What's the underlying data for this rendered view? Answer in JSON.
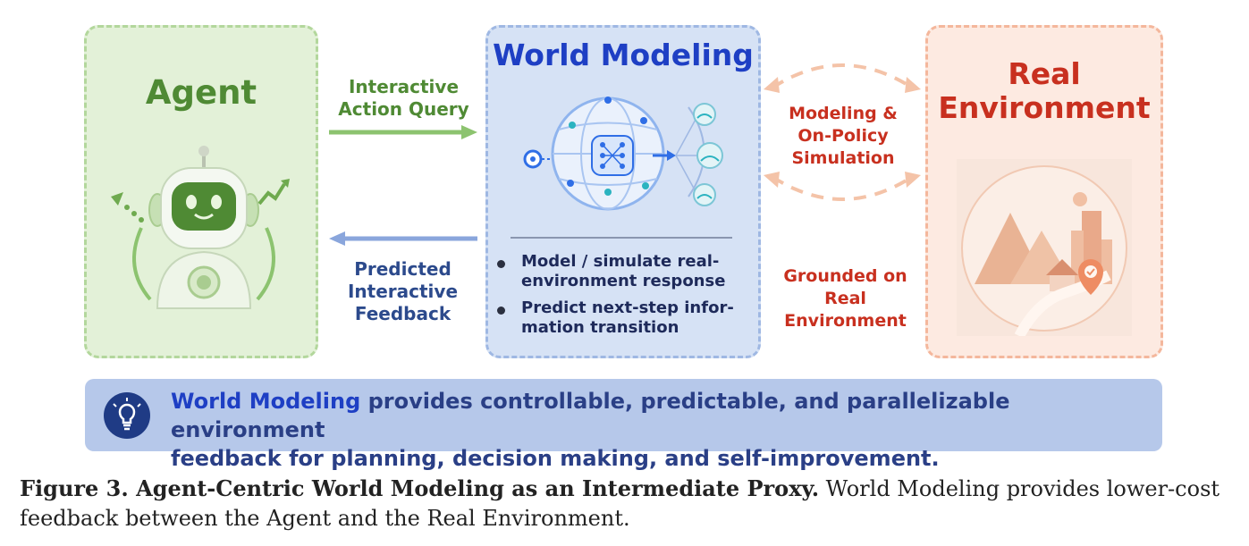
{
  "agent": {
    "title": "Agent"
  },
  "world_modeling": {
    "title": "World Modeling",
    "bullets": [
      "Model / simulate real-environment response",
      "Predict next-step information transition"
    ],
    "bullet_lines": [
      [
        "Model / simulate real-",
        "environment response"
      ],
      [
        "Predict next-step infor-",
        "mation transition"
      ]
    ]
  },
  "real_environment": {
    "title_line1": "Real",
    "title_line2": "Environment"
  },
  "arrows": {
    "query_line1": "Interactive",
    "query_line2": "Action Query",
    "feedback_line1": "Predicted",
    "feedback_line2": "Interactive",
    "feedback_line3": "Feedback",
    "sim_line1": "Modeling &",
    "sim_line2": "On-Policy",
    "sim_line3": "Simulation",
    "grounded_line1": "Grounded on",
    "grounded_line2": "Real",
    "grounded_line3": "Environment"
  },
  "banner": {
    "strong": "World Modeling",
    "line1_rest": " provides controllable, predictable, and parallelizable environment",
    "line2": "feedback for planning, decision making, and self-improvement."
  },
  "caption": {
    "head": "Figure 3. Agent-Centric World Modeling as an Intermediate Proxy.",
    "body": " World Modeling provides lower-cost feedback between the Agent and the Real Environment."
  },
  "colors": {
    "agent_green": "#4f8a34",
    "wm_blue": "#1e3fc4",
    "env_red": "#c8301f"
  },
  "icons": [
    "robot-icon",
    "globe-network-icon",
    "landscape-icon",
    "lightbulb-icon"
  ]
}
